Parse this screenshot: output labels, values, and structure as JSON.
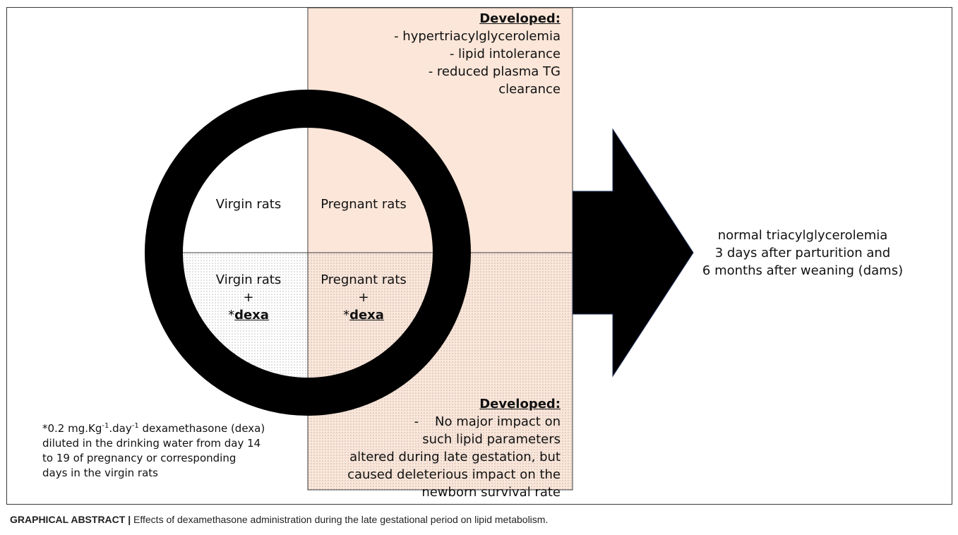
{
  "colors": {
    "box_fill": "#fbe6d9",
    "box_border": "#3c3c3c",
    "ring": "#000000",
    "arrow": "#000000",
    "dot_pattern": "#9a9a9a"
  },
  "quadrants": {
    "top_left": "Virgin rats",
    "top_right": "Pregnant rats",
    "bottom_left": {
      "line1": "Virgin rats",
      "line2": "+",
      "line3_prefix": "*",
      "line3_bold": "dexa"
    },
    "bottom_right": {
      "line1": "Pregnant rats",
      "line2": "+",
      "line3_prefix": "*",
      "line3_bold": "dexa"
    }
  },
  "top_box": {
    "heading": "Developed:",
    "items": [
      "- hypertriacylglycerolemia",
      "- lipid intolerance",
      "- reduced plasma TG",
      "clearance"
    ]
  },
  "bottom_box": {
    "heading": "Developed:",
    "lines": [
      "-    No major impact on",
      "such lipid parameters",
      "altered during late gestation, but",
      "caused deleterious impact on the",
      "newborn survival rate"
    ]
  },
  "outcome": {
    "lines": [
      "normal triacylglycerolemia",
      "3 days after parturition and",
      "6 months after weaning (dams)"
    ]
  },
  "footnote": {
    "prefix": "*0.2 mg.Kg",
    "sup1": "-1",
    "mid": ".day",
    "sup2": "-1",
    "line1_rest": " dexamethasone (dexa)",
    "line2": "diluted in the drinking water from day 14",
    "line3": "to 19 of pregnancy or corresponding",
    "line4": "days in the virgin rats"
  },
  "caption": {
    "bold": "GRAPHICAL ABSTRACT |",
    "text": " Effects of dexamethasone administration during the late gestational period on lipid metabolism."
  }
}
